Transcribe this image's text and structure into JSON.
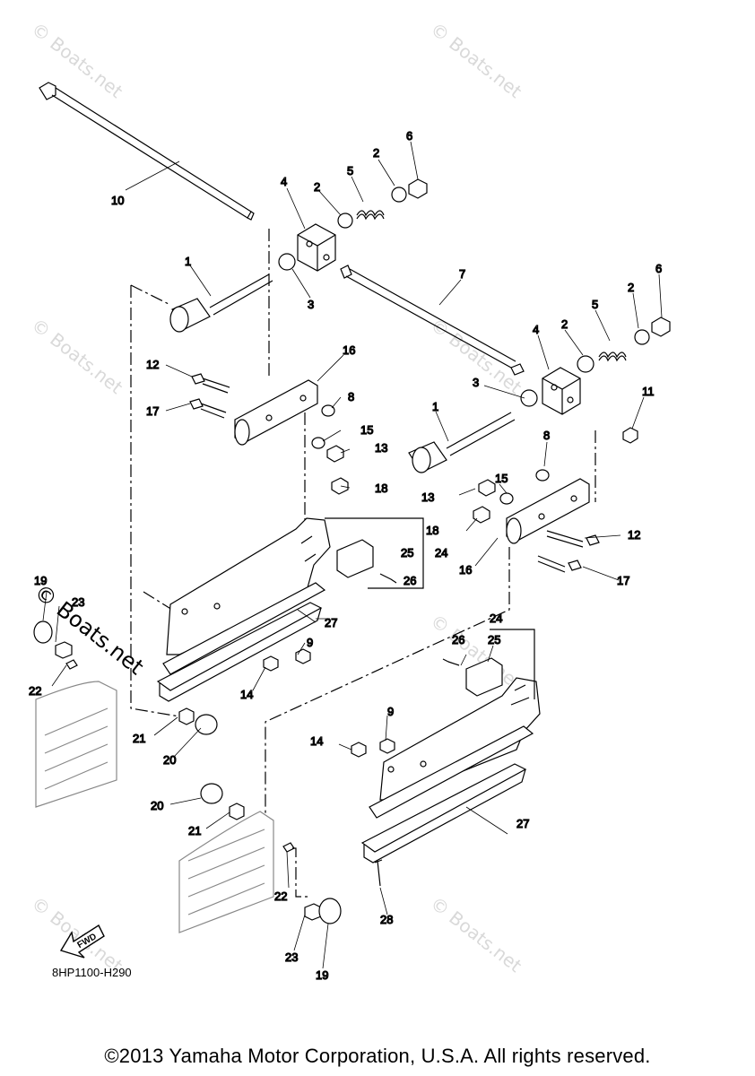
{
  "callouts": {
    "c1a": "1",
    "c1b": "1",
    "c2a": "2",
    "c2b": "2",
    "c2c": "2",
    "c2d": "2",
    "c3a": "3",
    "c3b": "3",
    "c4a": "4",
    "c4b": "4",
    "c5a": "5",
    "c5b": "5",
    "c6a": "6",
    "c6b": "6",
    "c7": "7",
    "c8a": "8",
    "c8b": "8",
    "c9a": "9",
    "c9b": "9",
    "c10": "10",
    "c11": "11",
    "c12a": "12",
    "c12b": "12",
    "c13a": "13",
    "c13b": "13",
    "c14a": "14",
    "c14b": "14",
    "c15a": "15",
    "c15b": "15",
    "c16a": "16",
    "c16b": "16",
    "c17a": "17",
    "c17b": "17",
    "c18a": "18",
    "c18b": "18",
    "c19a": "19",
    "c19b": "19",
    "c20a": "20",
    "c20b": "20",
    "c21a": "21",
    "c21b": "21",
    "c22a": "22",
    "c22b": "22",
    "c23a": "23",
    "c23b": "23",
    "c24a": "24",
    "c24b": "24",
    "c25a": "25",
    "c25b": "25",
    "c26a": "26",
    "c26b": "26",
    "c27a": "27",
    "c27b": "27",
    "c28": "28"
  },
  "fwd_label": "FWD",
  "diagram_code": "8HP1100-H290",
  "watermark": "© Boats.net",
  "copyright": "©2013 Yamaha Motor Corporation, U.S.A. All rights reserved."
}
